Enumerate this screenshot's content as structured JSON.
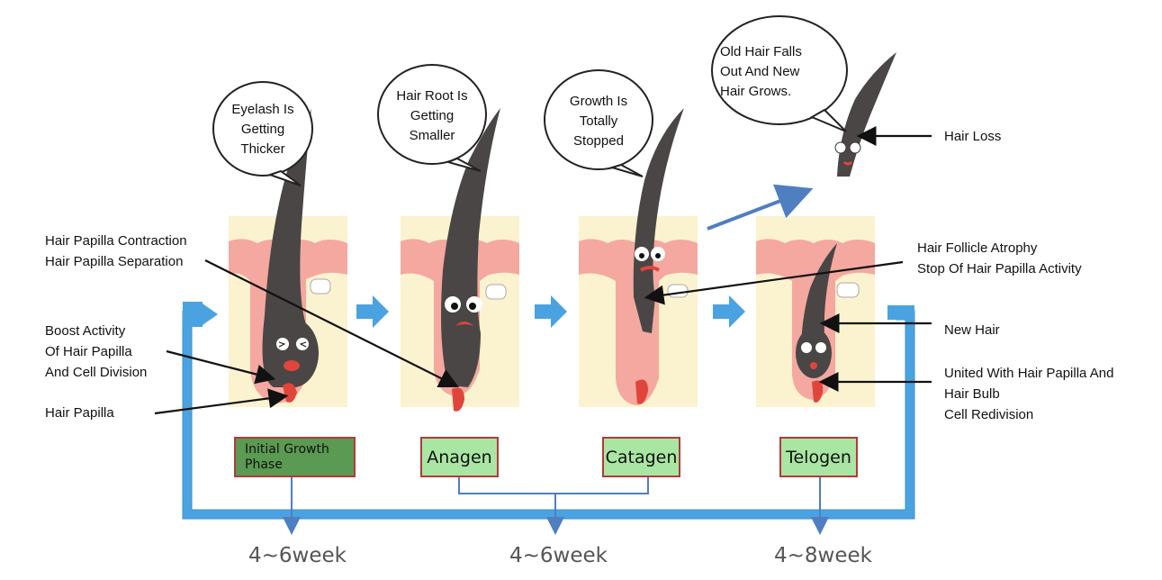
{
  "bubbles": {
    "initial": "Eyelash Is\nGetting\nThicker",
    "anagen": "Hair Root Is\nGetting\nSmaller",
    "catagen": "Growth Is\nTotally\nStopped",
    "telogen": "Old Hair Falls\nOut And New\nHair Grows."
  },
  "left_labels": {
    "contraction": "Hair Papilla Contraction\nHair Papilla Separation",
    "boost": "Boost Activity\nOf Hair Papilla\nAnd Cell Division",
    "papilla": "Hair Papilla"
  },
  "right_labels": {
    "hair_loss": "Hair Loss",
    "atrophy": "Hair Follicle Atrophy\nStop Of Hair Papilla Activity",
    "new_hair": "New Hair",
    "united": "United With Hair Papilla And\nHair Bulb\nCell Redivision"
  },
  "phases": {
    "initial": "Initial Growth\nPhase",
    "anagen": "Anagen",
    "catagen": "Catagen",
    "telogen": "Telogen"
  },
  "durations": {
    "first": "4~6week",
    "middle": "4~6week",
    "last": "4~8week"
  },
  "colors": {
    "cycle_arrow": "#4aa3e0",
    "phase_box_fill": "#a9e6a3",
    "phase_box_border": "#b23a3a",
    "skin": "#f4a8a0",
    "tissue": "#fbf3cf",
    "hair": "#4a4646",
    "papilla": "#e0453c",
    "pointer": "#4f7ec1"
  }
}
